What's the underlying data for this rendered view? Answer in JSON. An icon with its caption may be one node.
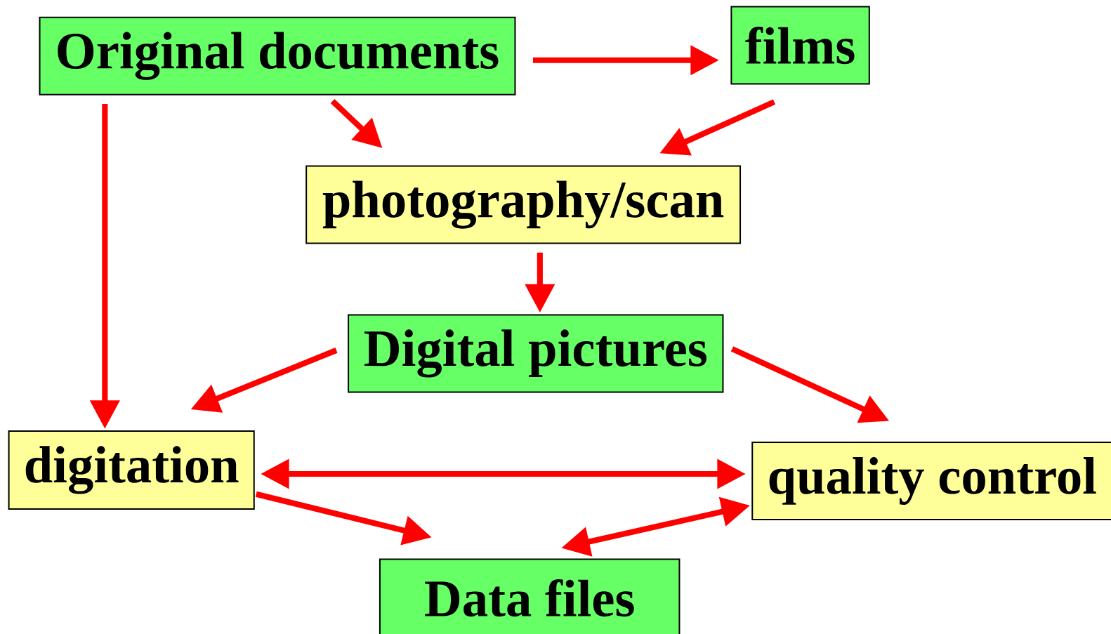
{
  "diagram": {
    "nodes": [
      {
        "text": [
          "Original documents"
        ]
      },
      {
        "text": [
          "films"
        ]
      },
      {
        "text": [
          "photography/scan"
        ]
      },
      {
        "text": [
          "Digital pictures"
        ]
      },
      {
        "text": [
          "digitation"
        ]
      },
      {
        "text": [
          "quality control"
        ]
      },
      {
        "text": [
          "Data files"
        ]
      }
    ],
    "edges": [
      {
        "from": 0,
        "to": 1,
        "arrow": "to"
      },
      {
        "from": 0,
        "to": 2,
        "arrow": "to"
      },
      {
        "from": 1,
        "to": 2,
        "arrow": "to"
      },
      {
        "from": 0,
        "to": 4,
        "arrow": "to"
      },
      {
        "from": 2,
        "to": 3,
        "arrow": "to"
      },
      {
        "from": 3,
        "to": 4,
        "arrow": "to"
      },
      {
        "from": 3,
        "to": 5,
        "arrow": "to"
      },
      {
        "from": 4,
        "to": 5,
        "arrow": "both"
      },
      {
        "from": 4,
        "to": 6,
        "arrow": "to"
      },
      {
        "from": 5,
        "to": 6,
        "arrow": "both"
      }
    ]
  }
}
